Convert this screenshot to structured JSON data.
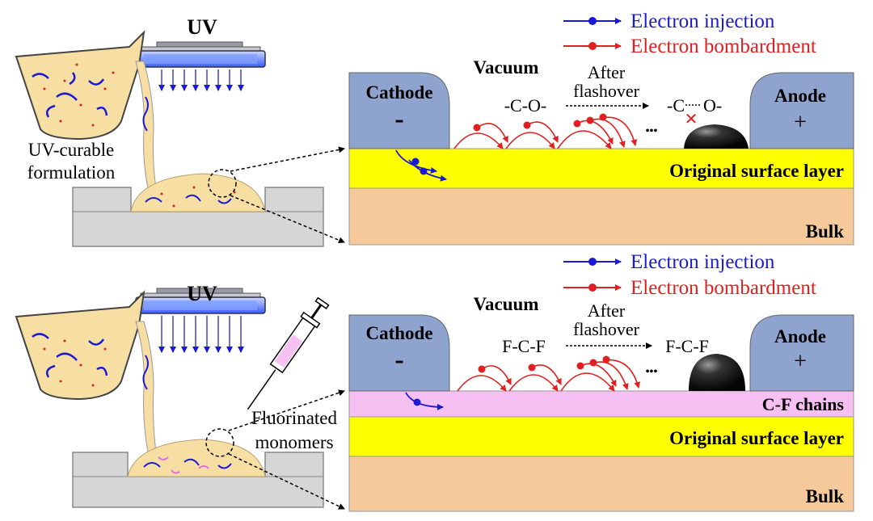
{
  "legend": {
    "electron_injection": "Electron injection",
    "electron_bombardment": "Electron bombardment"
  },
  "colors": {
    "electron_injection": "#1a1ad6",
    "electron_bombardment": "#e02020",
    "electrode": "#8fa3cf",
    "surface_layer": "#ffff00",
    "bulk": "#f5c99a",
    "cf_chains": "#f7c0f2",
    "formulation": "#f7dfa4",
    "substrate": "#d6d6d6"
  },
  "top_panel": {
    "uv_label": "UV",
    "formulation_label_line1": "UV-curable",
    "formulation_label_line2": "formulation",
    "vacuum_label": "Vacuum",
    "cathode_label": "Cathode",
    "cathode_sign": "-",
    "anode_label": "Anode",
    "anode_sign": "+",
    "group_before": "-C-O-",
    "after_flashover_line1": "After",
    "after_flashover_line2": "flashover",
    "group_after": "-C",
    "group_after_o": "O-",
    "ellipsis": "•••",
    "surface_layer_label": "Original surface layer",
    "bulk_label": "Bulk"
  },
  "bottom_panel": {
    "uv_label": "UV",
    "vacuum_label": "Vacuum",
    "cathode_label": "Cathode",
    "cathode_sign": "-",
    "anode_label": "Anode",
    "anode_sign": "+",
    "group_before": "F-C-F",
    "after_flashover_line1": "After",
    "after_flashover_line2": "flashover",
    "group_after": "F-C-F",
    "ellipsis": "•••",
    "cf_label": "C-F chains",
    "surface_layer_label": "Original surface layer",
    "bulk_label": "Bulk",
    "monomer_label_line1": "Fluorinated",
    "monomer_label_line2": "monomers"
  }
}
